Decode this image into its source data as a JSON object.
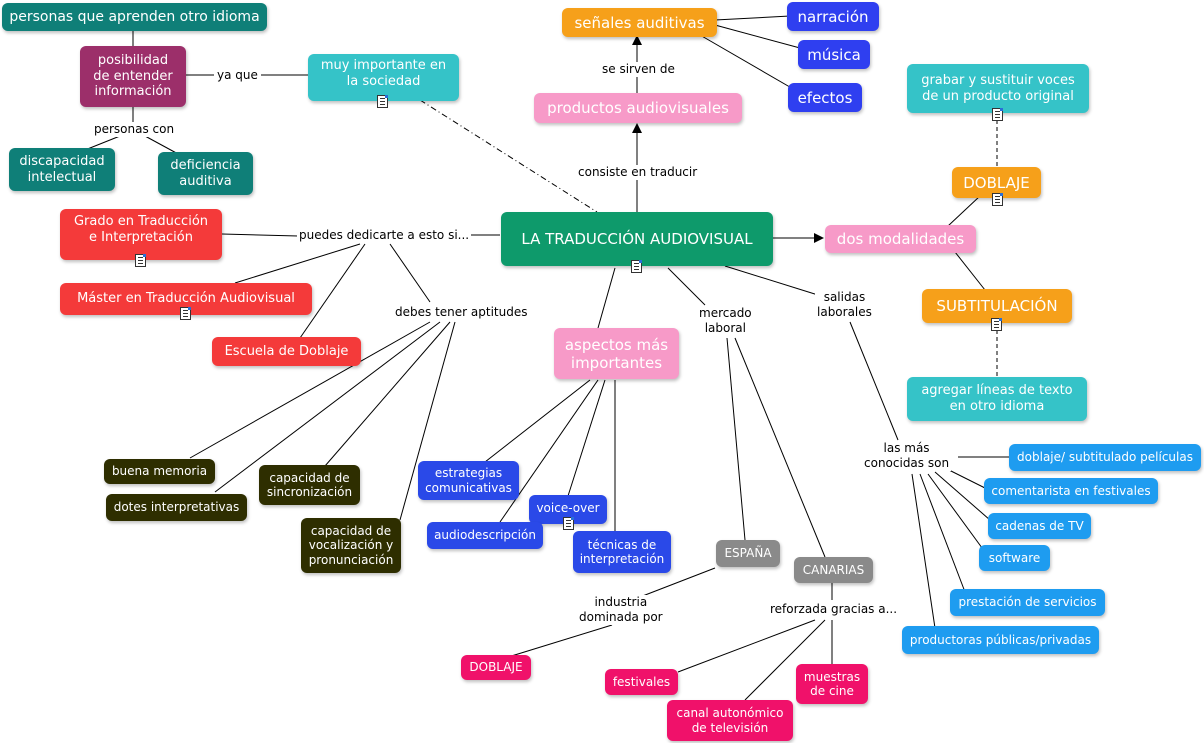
{
  "colors": {
    "teal_dark": "#0f7f78",
    "purple": "#9c2f6a",
    "cyan": "#35c3c8",
    "orange": "#f6a01a",
    "pink": "#f79ac8",
    "blue_dark": "#2f3ff0",
    "green_main": "#0e9a6b",
    "red": "#f43a3a",
    "olive": "#2e2e00",
    "blue_mid": "#2a49e8",
    "grey": "#8a8a8a",
    "magenta": "#f0116a",
    "sky": "#1e9cf0"
  },
  "concepts": {
    "main": "LA TRADUCCIÓN AUDIOVISUAL",
    "personas_idioma": "personas que aprenden otro idioma",
    "posibilidad": "posibilidad\nde entender\ninformación",
    "discapacidad": "discapacidad\nintelectual",
    "deficiencia": "deficiencia\nauditiva",
    "muy_importante": "muy importante en\nla sociedad",
    "senales": "señales auditivas",
    "narracion": "narración",
    "musica": "música",
    "efectos": "efectos",
    "productos": "productos audiovisuales",
    "grabar": "grabar y sustituir voces\nde un producto original",
    "doblaje": "DOBLAJE",
    "dos_modalidades": "dos modalidades",
    "subtitulacion": "SUBTITULACIÓN",
    "agregar": "agregar líneas de texto\nen otro idioma",
    "grado": "Grado en Traducción\ne Interpretación",
    "master": "Máster en Traducción Audiovisual",
    "escuela": "Escuela de Doblaje",
    "aspectos": "aspectos más\nimportantes",
    "buena_memoria": "buena memoria",
    "dotes": "dotes interpretativas",
    "sincronizacion": "capacidad de\nsincronización",
    "vocalizacion": "capacidad de\nvocalización y\npronunciación",
    "estrategias": "estrategias\ncomunicativas",
    "voice_over": "voice-over",
    "audiodescripcion": "audiodescripción",
    "tecnicas": "técnicas de\ninterpretación",
    "espana": "ESPAÑA",
    "canarias": "CANARIAS",
    "doblaje2": "DOBLAJE",
    "festivales": "festivales",
    "canal": "canal autonómico\nde televisión",
    "muestras": "muestras\nde cine",
    "doblaje_subtitulado": "doblaje/ subtitulado películas",
    "comentarista": "comentarista en festivales",
    "cadenas": "cadenas de TV",
    "software": "software",
    "prestacion": "prestación de servicios",
    "productoras": "productoras públicas/privadas"
  },
  "linking_phrases": {
    "ya_que": "ya que",
    "personas_con": "personas con",
    "se_sirven_de": "se sirven de",
    "consiste_en_traducir": "consiste en traducir",
    "puedes_dedicarte": "puedes dedicarte a esto si...",
    "debes_tener": "debes tener aptitudes",
    "mercado_laboral": "mercado\nlaboral",
    "salidas_laborales": "salidas\nlaborales",
    "las_mas_conocidas": "las más\nconocidas son",
    "industria_dominada": "industria\ndominada por",
    "reforzada_gracias": "reforzada gracias a..."
  }
}
